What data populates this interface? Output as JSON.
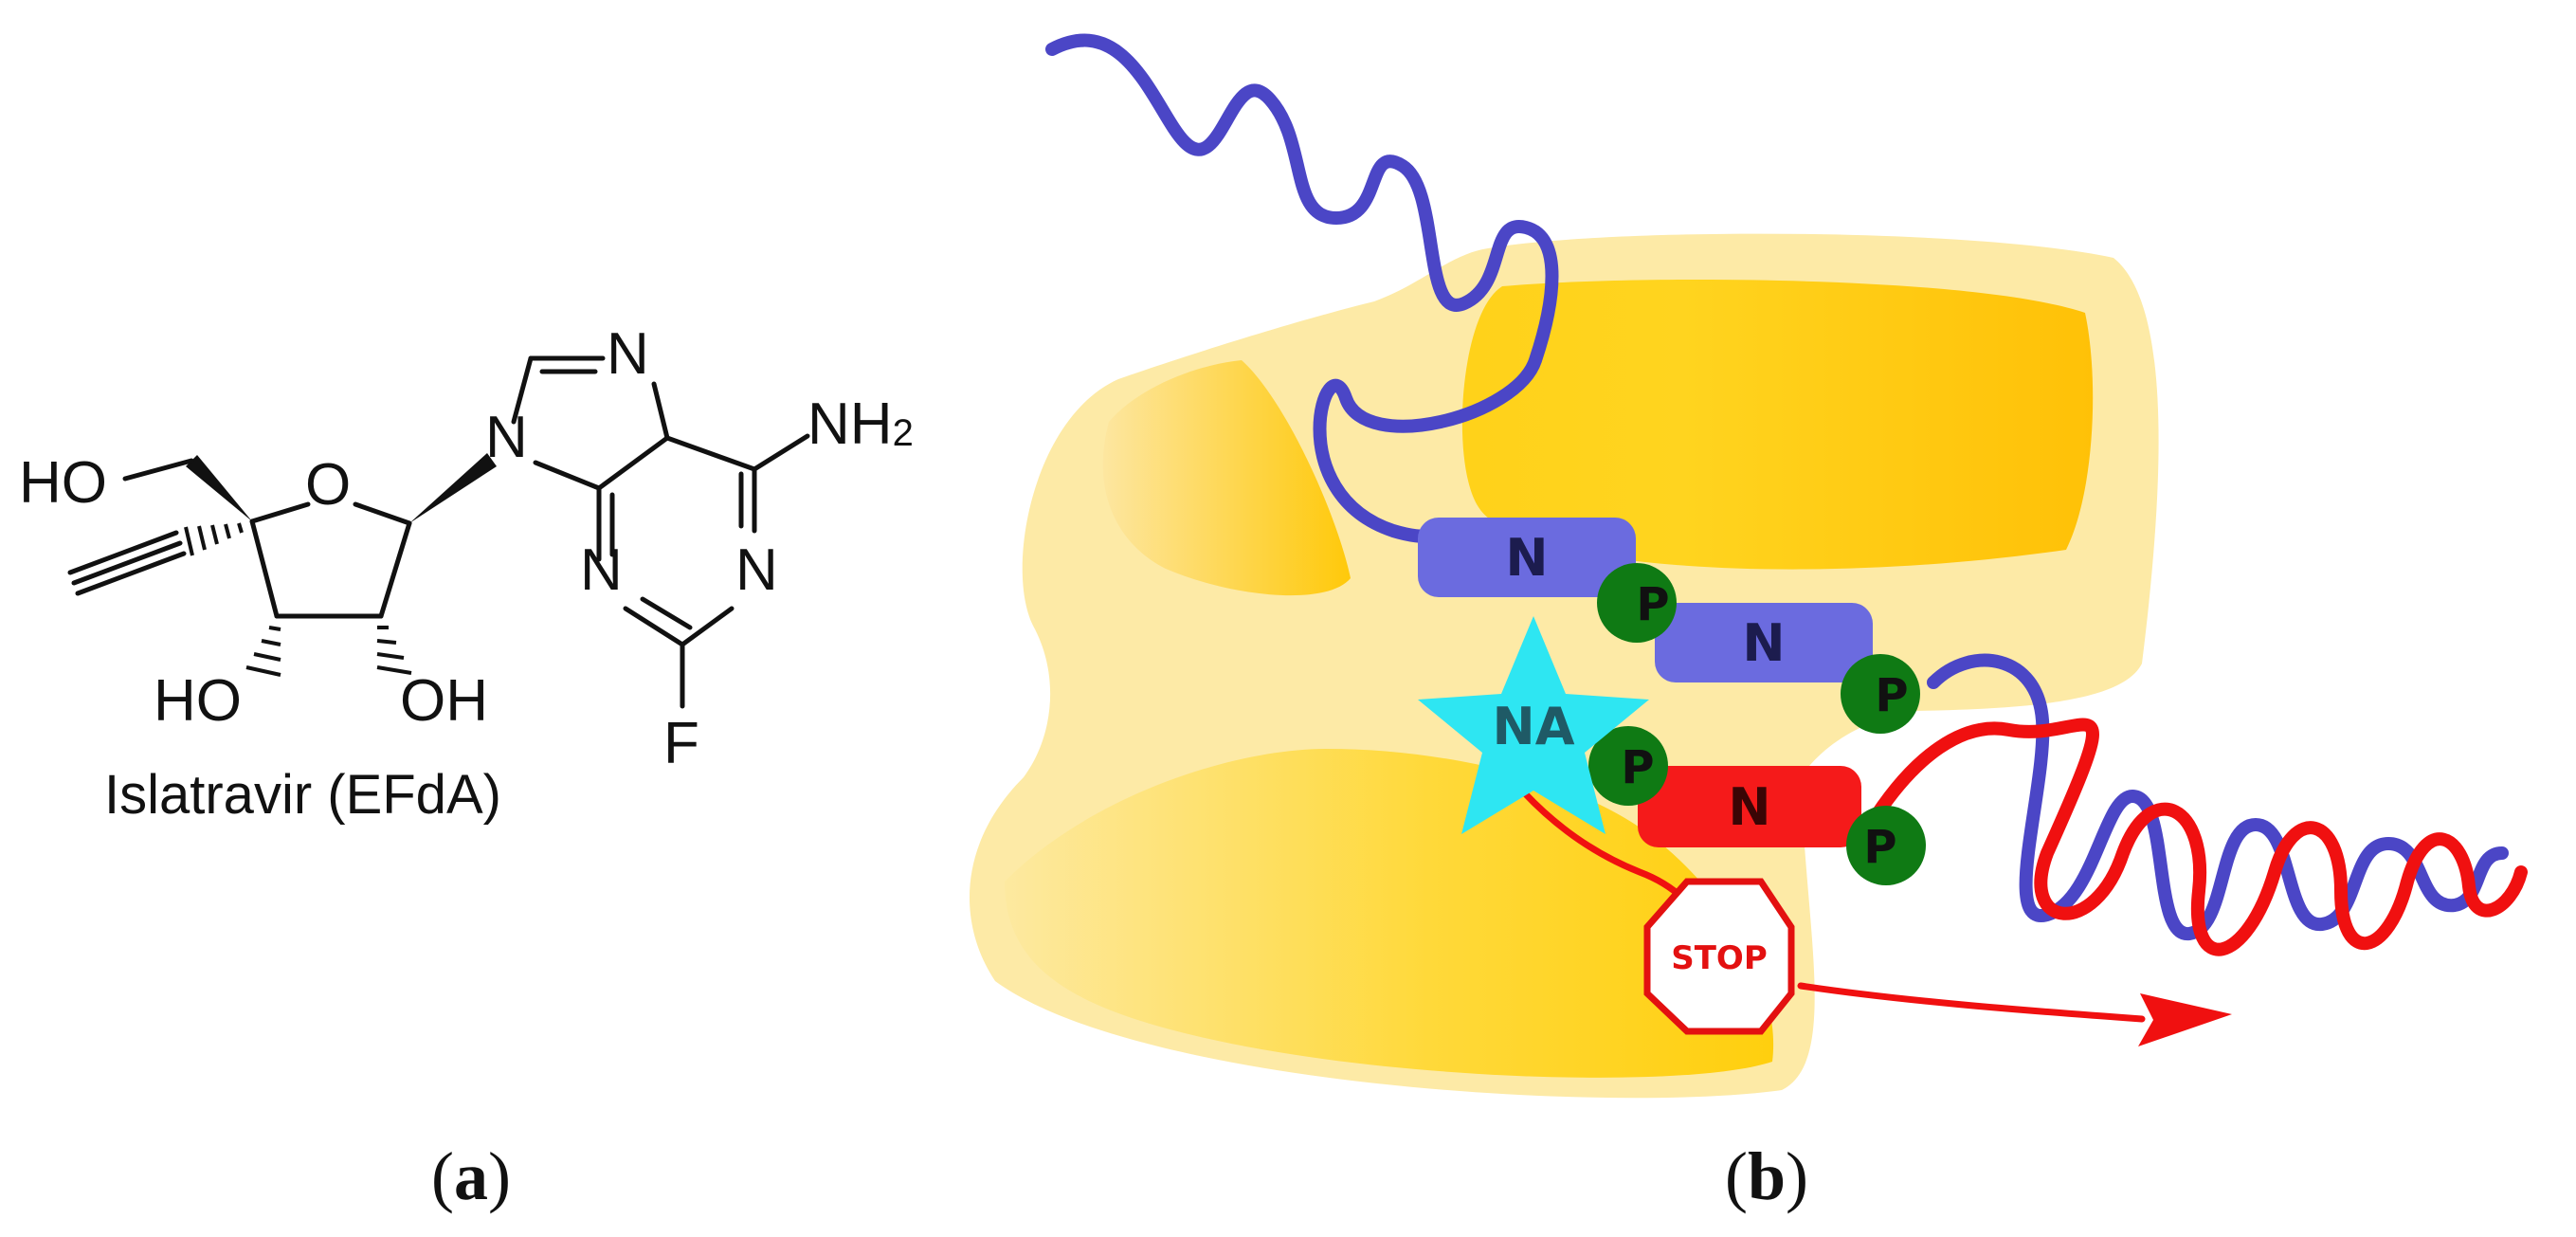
{
  "panel_a": {
    "molecule_caption": "Islatravir (EFdA)",
    "atoms": {
      "ho_top": "HO",
      "ring_oxygen": "O",
      "ho_bottom_left": "HO",
      "oh_bottom_right": "OH",
      "n9": "N",
      "n7": "N",
      "n1": "N",
      "n3": "N",
      "amine": "NH",
      "amine_subscript": "2",
      "fluorine": "F"
    },
    "label_open": "(",
    "label_letter": "a",
    "label_close": ")"
  },
  "panel_b": {
    "nucleotide_label_top": "N",
    "nucleotide_label_middle": "N",
    "nucleotide_label_bottom": "N",
    "phosphate_label": "P",
    "analog_label": "NA",
    "stop_label": "STOP",
    "label_open": "(",
    "label_letter": "b",
    "label_close": ")"
  },
  "colors": {
    "template_strand": "#4b46c6",
    "primer_strand": "#f01010",
    "nucleotide_blue": "#6b6bdf",
    "nucleotide_red": "#f51a1a",
    "phosphate": "#0f7a14",
    "analog_star": "#2ee6f2",
    "enzyme_light": "#fdeaa6",
    "enzyme_dark": "#ffd21a"
  }
}
